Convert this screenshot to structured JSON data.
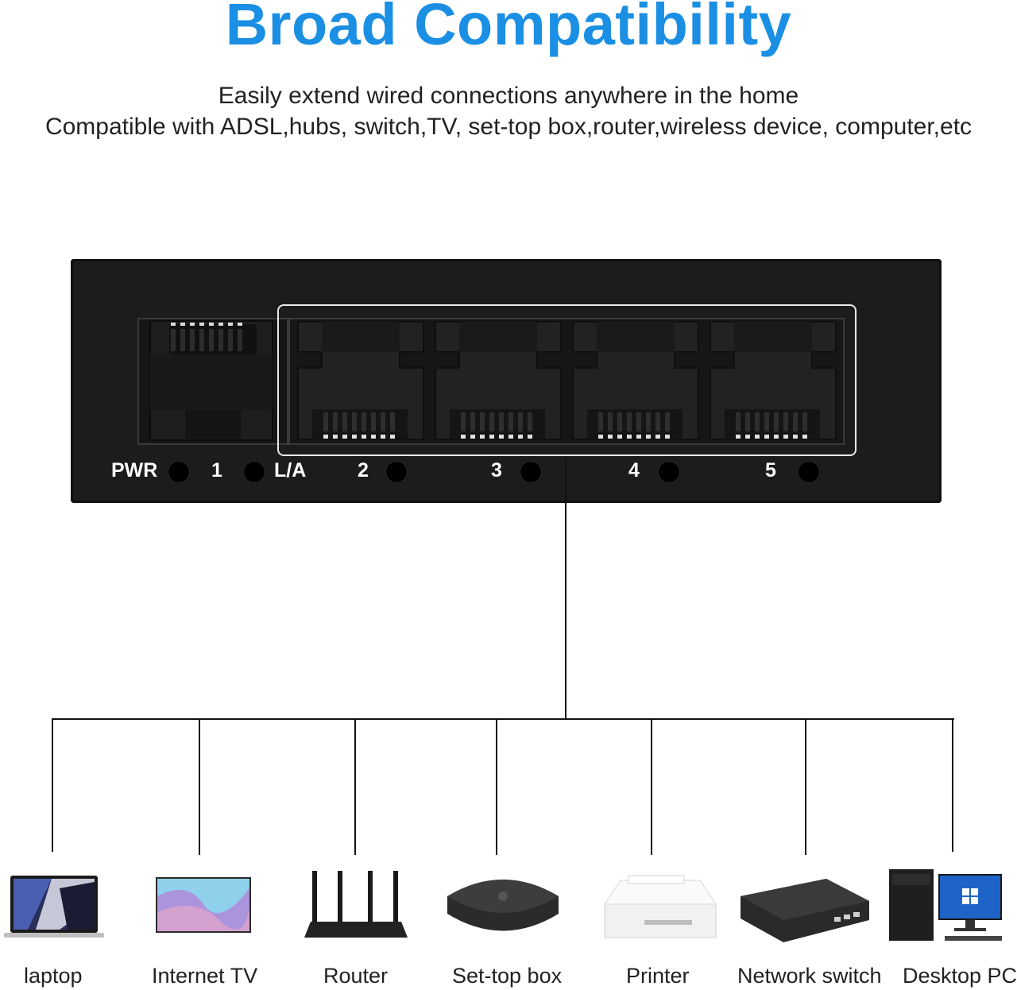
{
  "header": {
    "title": "Broad Compatibility",
    "subtitle_line1": "Easily extend wired connections anywhere in the home",
    "subtitle_line2": "Compatible with ADSL,hubs, switch,TV, set-top box,router,wireless device, computer,etc"
  },
  "switch": {
    "labels": {
      "pwr": "PWR",
      "port1": "1",
      "la": "L/A",
      "port2": "2",
      "port3": "3",
      "port4": "4",
      "port5": "5"
    }
  },
  "devices": [
    {
      "label": "laptop",
      "icon": "laptop-icon"
    },
    {
      "label": "Internet TV",
      "icon": "tv-icon"
    },
    {
      "label": "Router",
      "icon": "router-icon"
    },
    {
      "label": "Set-top box",
      "icon": "set-top-box-icon"
    },
    {
      "label": "Printer",
      "icon": "printer-icon"
    },
    {
      "label": "Network switch",
      "icon": "network-switch-icon"
    },
    {
      "label": "Desktop PC",
      "icon": "desktop-pc-icon"
    }
  ],
  "colors": {
    "title": "#1a8fe3",
    "switch_body": "#1c1c1c",
    "highlight": "#e8e8e8"
  }
}
